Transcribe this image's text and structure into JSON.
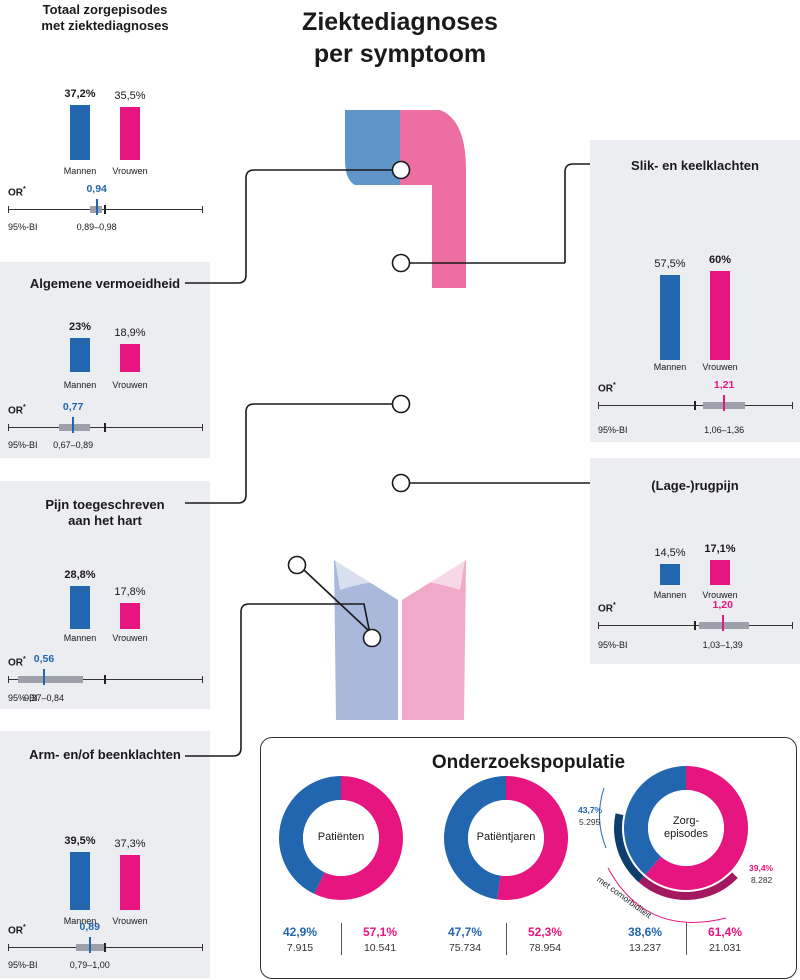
{
  "title": "Ziektediagnoses\nper symptoom",
  "colors": {
    "men": "#2166ae",
    "women": "#e6157f",
    "men_light": "#d3daeb",
    "women_light": "#f9d6e4",
    "panel": "#ebedf1",
    "ci_box": "#9d9faa"
  },
  "gender_icons": [
    "male-symbol",
    "female-symbol"
  ],
  "labels": {
    "men": "Mannen",
    "women": "Vrouwen",
    "or": "OR",
    "or_sup": "*",
    "ci": "95%-BI"
  },
  "panels": [
    {
      "title": "Totaal zorgepisodes\nmet ziektediagnoses",
      "men_pct": "37,2%",
      "women_pct": "35,5%",
      "or": "0,94",
      "ci": "0,89–0,98"
    },
    {
      "title": "Algemene vermoeidheid",
      "men_pct": "23%",
      "women_pct": "18,9%",
      "or": "0,77",
      "ci": "0,67–0,89"
    },
    {
      "title": "Pijn toegeschreven\naan het hart",
      "men_pct": "28,8%",
      "women_pct": "17,8%",
      "or": "0,56",
      "ci": "0,37–0,84"
    },
    {
      "title": "Arm- en/of beenklachten",
      "men_pct": "39,5%",
      "women_pct": "37,3%",
      "or": "0,89",
      "ci": "0,79–1,00"
    },
    {
      "title": "Slik- en keelklachten",
      "men_pct": "57,5%",
      "women_pct": "60%",
      "or": "1,21",
      "ci": "1,06–1,36"
    },
    {
      "title": "(Lage-)rugpijn",
      "men_pct": "14,5%",
      "women_pct": "17,1%",
      "or": "1,20",
      "ci": "1,03–1,39"
    }
  ],
  "population": {
    "title": "Onderzoekspopulatie",
    "donuts": [
      {
        "label": "Patiënten",
        "men_share": "42,9%",
        "women_share": "57,1%",
        "men_count": "7.915",
        "women_count": "10.541"
      },
      {
        "label": "Patiëntjaren",
        "men_share": "47,7%",
        "women_share": "52,3%",
        "men_count": "75.734",
        "women_count": "78.954"
      },
      {
        "label": "Zorg-\nepisodes",
        "men_share": "38,6%",
        "women_share": "61,4%",
        "men_count": "13.237",
        "women_count": "21.031"
      }
    ],
    "comorbidity": {
      "label": "met comorbiditeit",
      "men_share": "43,7%",
      "men_count": "5.295",
      "women_share": "39,4%",
      "women_count": "8.282"
    }
  },
  "chart_data": [
    {
      "type": "bar",
      "title": "Totaal zorgepisodes met ziektediagnoses",
      "categories": [
        "Mannen",
        "Vrouwen"
      ],
      "values": [
        37.2,
        35.5
      ],
      "or": {
        "value": 0.94,
        "ci": [
          0.89,
          0.98
        ]
      }
    },
    {
      "type": "bar",
      "title": "Algemene vermoeidheid",
      "categories": [
        "Mannen",
        "Vrouwen"
      ],
      "values": [
        23,
        18.9
      ],
      "or": {
        "value": 0.77,
        "ci": [
          0.67,
          0.89
        ]
      }
    },
    {
      "type": "bar",
      "title": "Pijn toegeschreven aan het hart",
      "categories": [
        "Mannen",
        "Vrouwen"
      ],
      "values": [
        28.8,
        17.8
      ],
      "or": {
        "value": 0.56,
        "ci": [
          0.37,
          0.84
        ]
      }
    },
    {
      "type": "bar",
      "title": "Arm- en/of beenklachten",
      "categories": [
        "Mannen",
        "Vrouwen"
      ],
      "values": [
        39.5,
        37.3
      ],
      "or": {
        "value": 0.89,
        "ci": [
          0.79,
          1.0
        ]
      }
    },
    {
      "type": "bar",
      "title": "Slik- en keelklachten",
      "categories": [
        "Mannen",
        "Vrouwen"
      ],
      "values": [
        57.5,
        60
      ],
      "or": {
        "value": 1.21,
        "ci": [
          1.06,
          1.36
        ]
      }
    },
    {
      "type": "bar",
      "title": "(Lage-)rugpijn",
      "categories": [
        "Mannen",
        "Vrouwen"
      ],
      "values": [
        14.5,
        17.1
      ],
      "or": {
        "value": 1.2,
        "ci": [
          1.03,
          1.39
        ]
      }
    },
    {
      "type": "pie",
      "title": "Patiënten",
      "categories": [
        "Mannen",
        "Vrouwen"
      ],
      "values": [
        42.9,
        57.1
      ],
      "counts": [
        7915,
        10541
      ]
    },
    {
      "type": "pie",
      "title": "Patiëntjaren",
      "categories": [
        "Mannen",
        "Vrouwen"
      ],
      "values": [
        47.7,
        52.3
      ],
      "counts": [
        75734,
        78954
      ]
    },
    {
      "type": "pie",
      "title": "Zorgepisodes",
      "categories": [
        "Mannen",
        "Vrouwen"
      ],
      "values": [
        38.6,
        61.4
      ],
      "counts": [
        13237,
        21031
      ],
      "comorbidity": {
        "values": [
          43.7,
          39.4
        ],
        "counts": [
          5295,
          8282
        ]
      }
    }
  ]
}
